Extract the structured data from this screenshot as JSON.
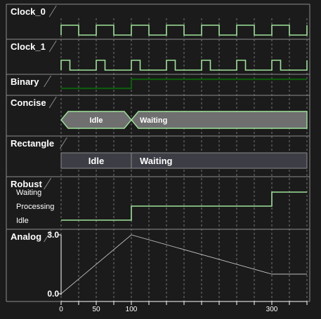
{
  "colors": {
    "background": "#1b1b1b",
    "row_border": "#8c8c8c",
    "grid": "#8a8a8a",
    "wave": "#9fe39a",
    "binary_wave": "#0d5a0d",
    "concise_fill": "#6f6f6f",
    "concise_edge": "#9fe39a",
    "rect_fill": "#3d3d46",
    "rect_edge": "#8c8c8c",
    "analog_line": "#bfbfbf"
  },
  "time_axis": {
    "ticks": [
      "0",
      "50",
      "100",
      "300"
    ]
  },
  "signals": [
    {
      "name": "Clock_0",
      "type": "clock",
      "period": 50,
      "high_time": 25,
      "offset": 0
    },
    {
      "name": "Clock_1",
      "type": "clock",
      "period": 50,
      "high_time": 12.5,
      "offset": 0
    },
    {
      "name": "Binary",
      "type": "binary",
      "changes": [
        [
          0,
          0
        ],
        [
          100,
          1
        ]
      ]
    },
    {
      "name": "Concise",
      "type": "concise",
      "segments": [
        {
          "from": 0,
          "to": 100,
          "label": "Idle"
        },
        {
          "from": 100,
          "to": 350,
          "label": "Waiting"
        }
      ]
    },
    {
      "name": "Rectangle",
      "type": "rectangle",
      "segments": [
        {
          "from": 0,
          "to": 100,
          "label": "Idle"
        },
        {
          "from": 100,
          "to": 350,
          "label": "Waiting"
        }
      ]
    },
    {
      "name": "Robust",
      "type": "robust",
      "states": [
        "Waiting",
        "Processing",
        "Idle"
      ],
      "changes": [
        [
          0,
          "Idle"
        ],
        [
          100,
          "Processing"
        ],
        [
          300,
          "Waiting"
        ]
      ]
    },
    {
      "name": "Analog",
      "type": "analog",
      "y_max_label": "3.0",
      "y_min_label": "0.0",
      "y_range": [
        0,
        3
      ],
      "points": [
        [
          0,
          0
        ],
        [
          100,
          3
        ],
        [
          300,
          1
        ],
        [
          350,
          1
        ]
      ]
    }
  ]
}
